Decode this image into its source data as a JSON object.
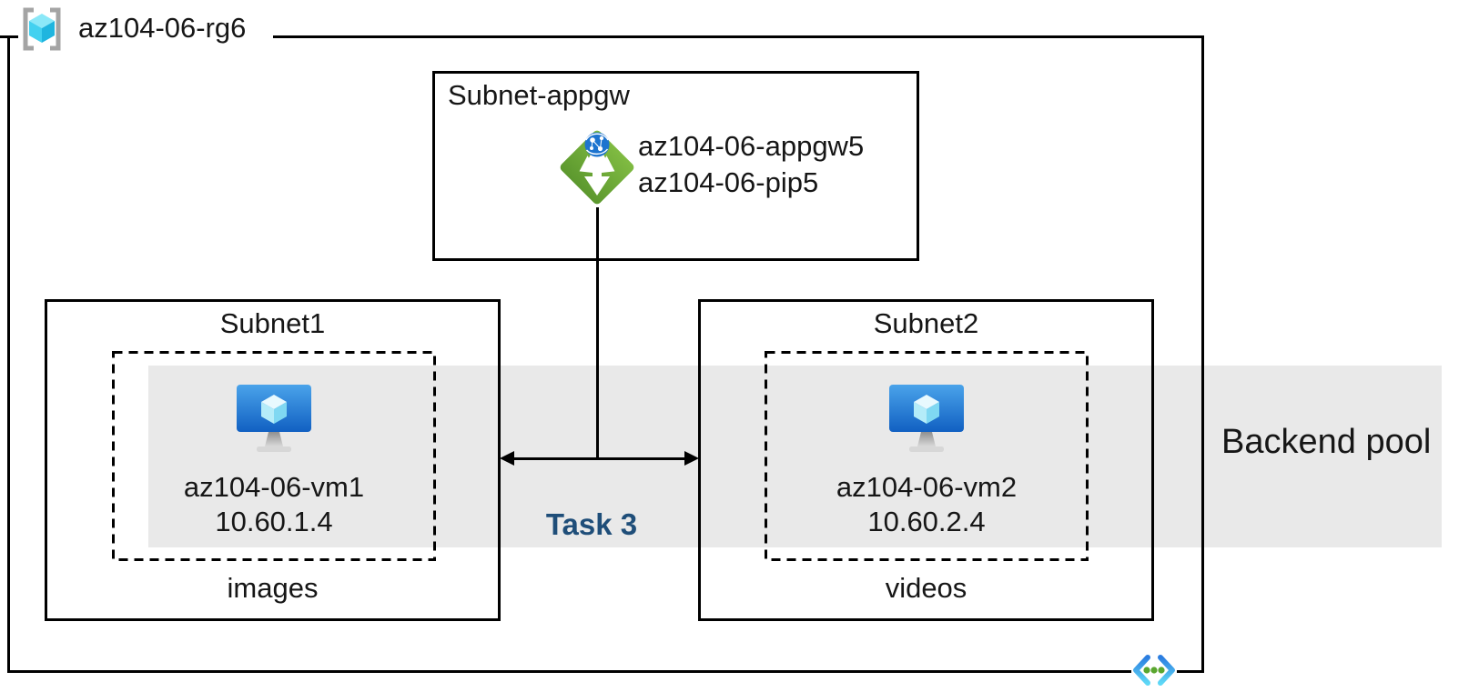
{
  "diagram": {
    "resource_group": {
      "label": "az104-06-rg6"
    },
    "appgw_subnet": {
      "label": "Subnet-appgw",
      "gateway_name": "az104-06-appgw5",
      "public_ip_name": "az104-06-pip5"
    },
    "subnet1": {
      "label": "Subnet1",
      "vm_name": "az104-06-vm1",
      "vm_ip": "10.60.1.4",
      "folder_label": "images"
    },
    "subnet2": {
      "label": "Subnet2",
      "vm_name": "az104-06-vm2",
      "vm_ip": "10.60.2.4",
      "folder_label": "videos"
    },
    "backend_pool_label": "Backend pool",
    "task_label": "Task 3",
    "colors": {
      "backend_band": "#e9e9e9",
      "task_text": "#1f4e79",
      "outline": "#000000",
      "appgw_green_top": "#80bb42",
      "appgw_green_bottom": "#5c982e",
      "globe_blue": "#1d74cf",
      "vm_blue_top": "#4aa3ea",
      "vm_blue_bottom": "#1160c2",
      "cube_cyan": "#42d1f0",
      "rg_bracket_gray": "#a4a4a4",
      "vnet_blue_top": "#2b7de0",
      "vnet_blue_bottom": "#5ed8f6",
      "vnet_dot_green": "#5aa62f"
    },
    "icons": {
      "resource_group": "resource-group-icon",
      "application_gateway": "application-gateway-icon",
      "virtual_machine": "virtual-machine-icon",
      "virtual_network": "virtual-network-icon"
    }
  }
}
